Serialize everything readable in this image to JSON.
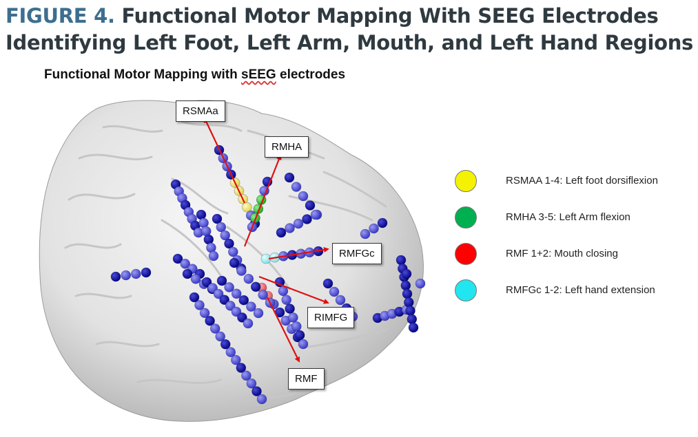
{
  "figure": {
    "label": "FIGURE 4.",
    "title_line1": "Functional Motor Mapping With SEEG Electrodes",
    "title_line2": "Identifying Left Foot, Left Arm, Mouth, and Left Hand Regions"
  },
  "subtitle": {
    "text_before": "Functional Motor Mapping with ",
    "text_squiggle": "sEEG",
    "text_after": " electrodes"
  },
  "callouts": {
    "rsmaa": "RSMAa",
    "rmha": "RMHA",
    "rmfgc": "RMFGc",
    "rimfg": "RIMFG",
    "rmf": "RMF"
  },
  "legend": [
    {
      "label": "RSMAA 1-4: Left foot dorsiflexion",
      "color": "#f4f200"
    },
    {
      "label": "RMHA 3-5: Left Arm flexion",
      "color": "#00b050"
    },
    {
      "label": "RMF 1+2: Mouth closing",
      "color": "#ff0000"
    },
    {
      "label": "RMFGc 1-2: Left hand extension",
      "color": "#22e6ef"
    }
  ],
  "colors": {
    "electrode_blue": "#4f4fd8",
    "electrode_dark": "#0a0aa8",
    "arrow": "#e01010"
  }
}
